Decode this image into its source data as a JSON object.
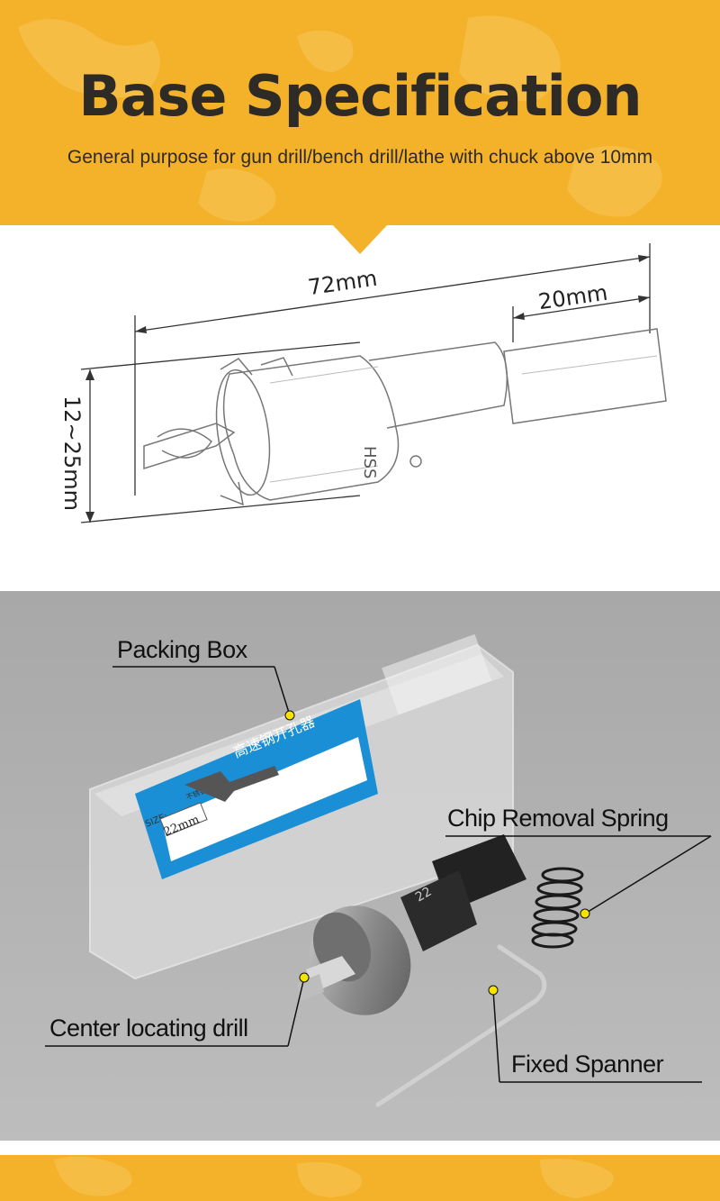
{
  "header": {
    "title": "Base Specification",
    "subtitle": "General purpose for gun drill/bench drill/lathe with chuck above 10mm",
    "accent_color": "#f4b12a"
  },
  "diagram": {
    "length_total": "72mm",
    "length_shank": "20mm",
    "diameter_range": "12~25mm",
    "body_marking": "HSS"
  },
  "product": {
    "box_label_chinese": "高速钢开孔器",
    "box_size_label": "SIZE:",
    "box_size_value": "22mm",
    "box_note": "不锈钢专用",
    "cutter_marking": "22"
  },
  "callouts": {
    "packing_box": "Packing Box",
    "chip_spring": "Chip Removal Spring",
    "center_drill": "Center locating drill",
    "fixed_spanner": "Fixed Spanner"
  }
}
